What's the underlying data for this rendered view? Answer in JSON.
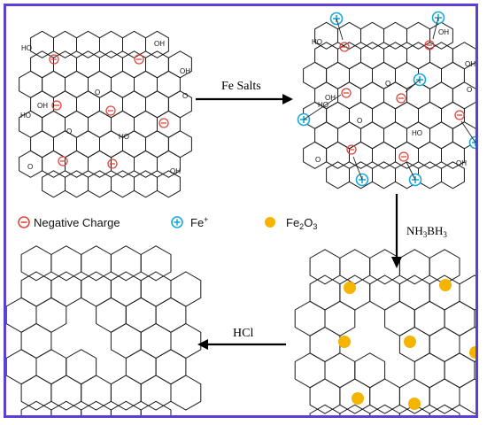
{
  "steps": {
    "step1_label": "Fe Salts",
    "step2_label": "NH3BH3",
    "step3_label": "HCl"
  },
  "legend": {
    "negative_label": "Negative Charge",
    "fe_label": "Fe",
    "fe_sup": "+",
    "fe2o3_label": "Fe2O3"
  },
  "functional_groups": {
    "hydroxyl": "HO",
    "hydroxyl_right": "OH",
    "epoxy": "O",
    "carbonyl": "O"
  },
  "colors": {
    "frame": "#5b3fd6",
    "negative_charge": "#e0463c",
    "fe_ion": "#1aa8d8",
    "fe2o3": "#f4b400",
    "lattice": "#1a1a1a"
  }
}
